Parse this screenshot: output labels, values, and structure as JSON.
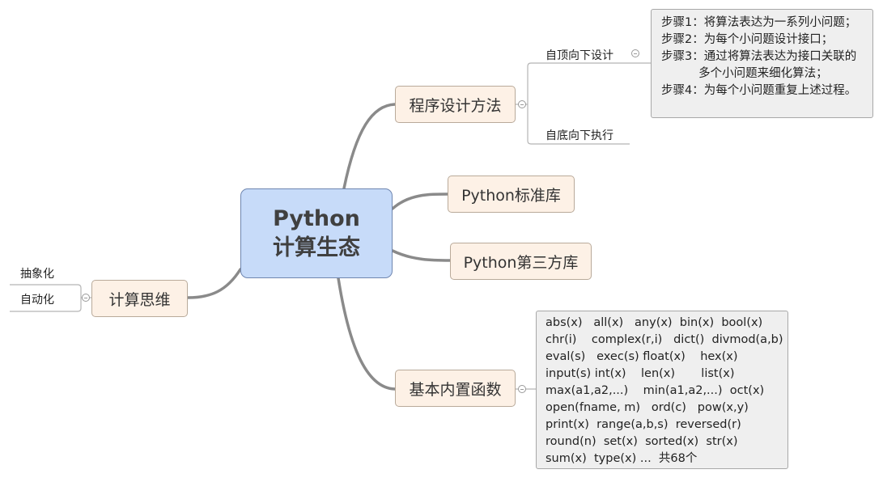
{
  "center": {
    "line1": "Python",
    "line2": "计算生态"
  },
  "branches": {
    "design": {
      "label": "程序设计方法",
      "children": [
        {
          "label": "自顶向下设计"
        },
        {
          "label": "自底向下执行"
        }
      ],
      "steps": [
        "步骤1：将算法表达为一系列小问题；",
        "步骤2：为每个小问题设计接口；",
        "步骤3：通过将算法表达为接口关联的",
        "          多个小问题来细化算法；",
        "步骤4：为每个小问题重复上述过程。"
      ]
    },
    "stdlib": {
      "label": "Python标准库"
    },
    "thirdparty": {
      "label": "Python第三方库"
    },
    "builtins": {
      "label": "基本内置函数",
      "functions": [
        "abs(x)   all(x)   any(x)  bin(x)  bool(x)",
        "chr(i)    complex(r,i)   dict()  divmod(a,b)",
        "eval(s)   exec(s) float(x)    hex(x)",
        "input(s) int(x)    len(x)       list(x)",
        "max(a1,a2,...)    min(a1,a2,...)  oct(x)",
        "open(fname, m)   ord(c)   pow(x,y)",
        "print(x)  range(a,b,s)  reversed(r)",
        "round(n)  set(x)  sorted(x)  str(x)",
        "sum(x)  type(x) ...  共68个"
      ]
    },
    "thinking": {
      "label": "计算思维",
      "children": [
        {
          "label": "抽象化"
        },
        {
          "label": "自动化"
        }
      ]
    }
  }
}
